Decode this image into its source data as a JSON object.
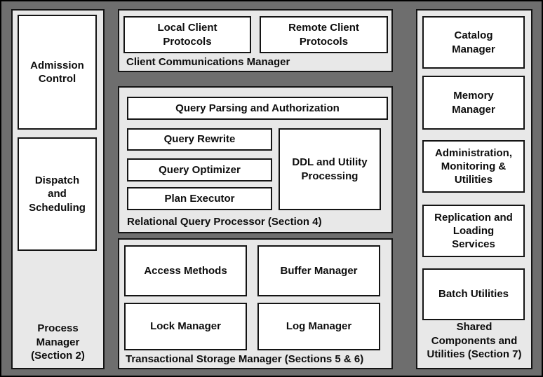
{
  "colors": {
    "frame_bg": "#6e6e6e",
    "panel_bg": "#e8e8e8",
    "box_bg": "#ffffff",
    "border": "#141414",
    "outer_border": "#000000",
    "text": "#0d0d0d"
  },
  "panels": {
    "process_manager": {
      "label": "Process\nManager\n(Section 2)",
      "boxes": {
        "admission": "Admission\nControl",
        "dispatch": "Dispatch\nand\nScheduling"
      }
    },
    "client_comm": {
      "label": "Client Communications Manager",
      "boxes": {
        "local": "Local Client\nProtocols",
        "remote": "Remote Client\nProtocols"
      }
    },
    "query_processor": {
      "label": "Relational Query Processor (Section 4)",
      "boxes": {
        "parsing": "Query Parsing and Authorization",
        "rewrite": "Query Rewrite",
        "optimizer": "Query Optimizer",
        "executor": "Plan Executor",
        "ddl": "DDL and Utility\nProcessing"
      }
    },
    "storage_manager": {
      "label": "Transactional Storage Manager (Sections 5 & 6)",
      "boxes": {
        "access": "Access Methods",
        "buffer": "Buffer Manager",
        "lock": "Lock Manager",
        "log": "Log Manager"
      }
    },
    "shared_components": {
      "label": "Shared\nComponents and\nUtilities (Section 7)",
      "boxes": {
        "catalog": "Catalog\nManager",
        "memory": "Memory\nManager",
        "admin": "Administration,\nMonitoring &\nUtilities",
        "replication": "Replication and\nLoading\nServices",
        "batch": "Batch Utilities"
      }
    }
  }
}
